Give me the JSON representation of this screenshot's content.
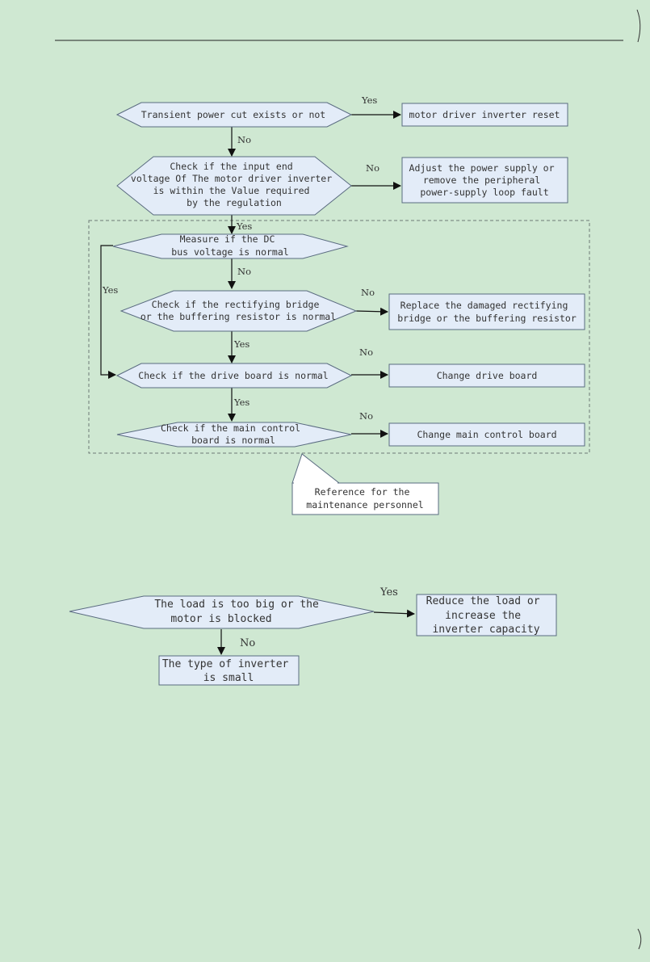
{
  "diagram1": {
    "nodes": {
      "n1": [
        "Transient power cut exists or not"
      ],
      "r1": [
        "motor driver inverter reset"
      ],
      "n2": [
        "Check if the input end",
        "voltage Of The motor driver inverter",
        "is within the Value required",
        "by the regulation"
      ],
      "r2": [
        "Adjust the power supply or",
        "remove the peripheral",
        "power-supply loop fault"
      ],
      "n3": [
        "Measure if the DC",
        "bus voltage is normal"
      ],
      "n4": [
        "Check if the rectifying bridge",
        "or the buffering resistor is normal"
      ],
      "r4": [
        "Replace the damaged rectifying",
        "bridge or the buffering resistor"
      ],
      "n5": [
        "Check if the drive board is normal"
      ],
      "r5": [
        "Change drive board"
      ],
      "n6": [
        "Check if the main control",
        "board is normal"
      ],
      "r6": [
        "Change main control board"
      ],
      "callout": [
        "Reference for the",
        "maintenance personnel"
      ]
    },
    "labels": {
      "yes1": "Yes",
      "no1": "No",
      "no2": "No",
      "yes2": "Yes",
      "no3": "No",
      "yes_loop": "Yes",
      "no4": "No",
      "yes4": "Yes",
      "no5": "No",
      "yes5": "Yes",
      "no6": "No"
    }
  },
  "diagram2": {
    "nodes": {
      "d1": [
        "The load is too big or the",
        "motor is blocked"
      ],
      "r1": [
        "Reduce the load or",
        "increase the",
        "inverter capacity"
      ],
      "r2": [
        "The type of inverter",
        "is small"
      ]
    },
    "labels": {
      "yes": "Yes",
      "no": "No"
    }
  },
  "colors": {
    "background": "#cfe8d2",
    "shape_fill": "#e3ecf8",
    "shape_stroke": "#5a6b80",
    "line": "#111111"
  }
}
